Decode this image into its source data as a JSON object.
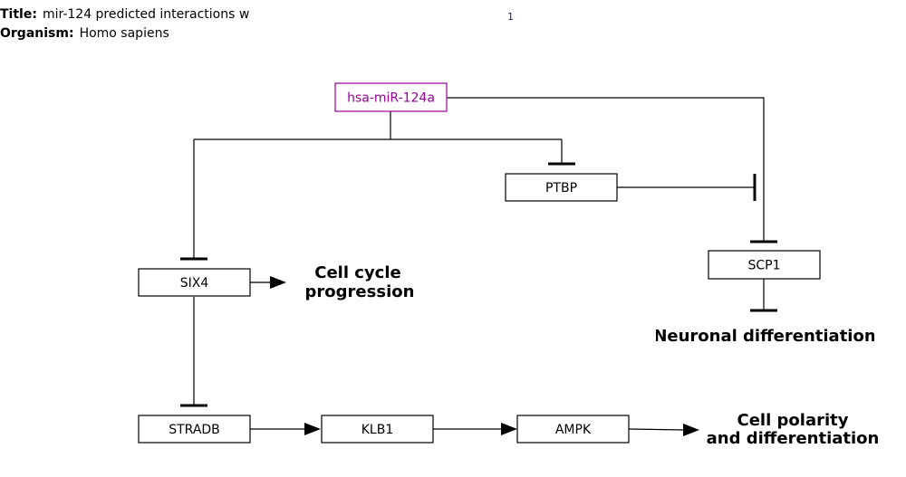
{
  "header": {
    "title_label": "Title:",
    "title_value": "mir-124 predicted interactions w",
    "organism_label": "Organism:",
    "organism_value": "Homo sapiens",
    "page_number": "1"
  },
  "nodes": {
    "mirna": "hsa-miR-124a",
    "ptbp": "PTBP",
    "six4": "SIX4",
    "scp1": "SCP1",
    "stradb": "STRADB",
    "klb1": "KLB1",
    "ampk": "AMPK"
  },
  "labels": {
    "cell_cycle_1": "Cell cycle",
    "cell_cycle_2": "progression",
    "neuronal": "Neuronal differentiation",
    "polarity_1": "Cell polarity",
    "polarity_2": "and differentiation"
  },
  "colors": {
    "mirna": "#990099",
    "page_number": "#1a1a7a"
  }
}
